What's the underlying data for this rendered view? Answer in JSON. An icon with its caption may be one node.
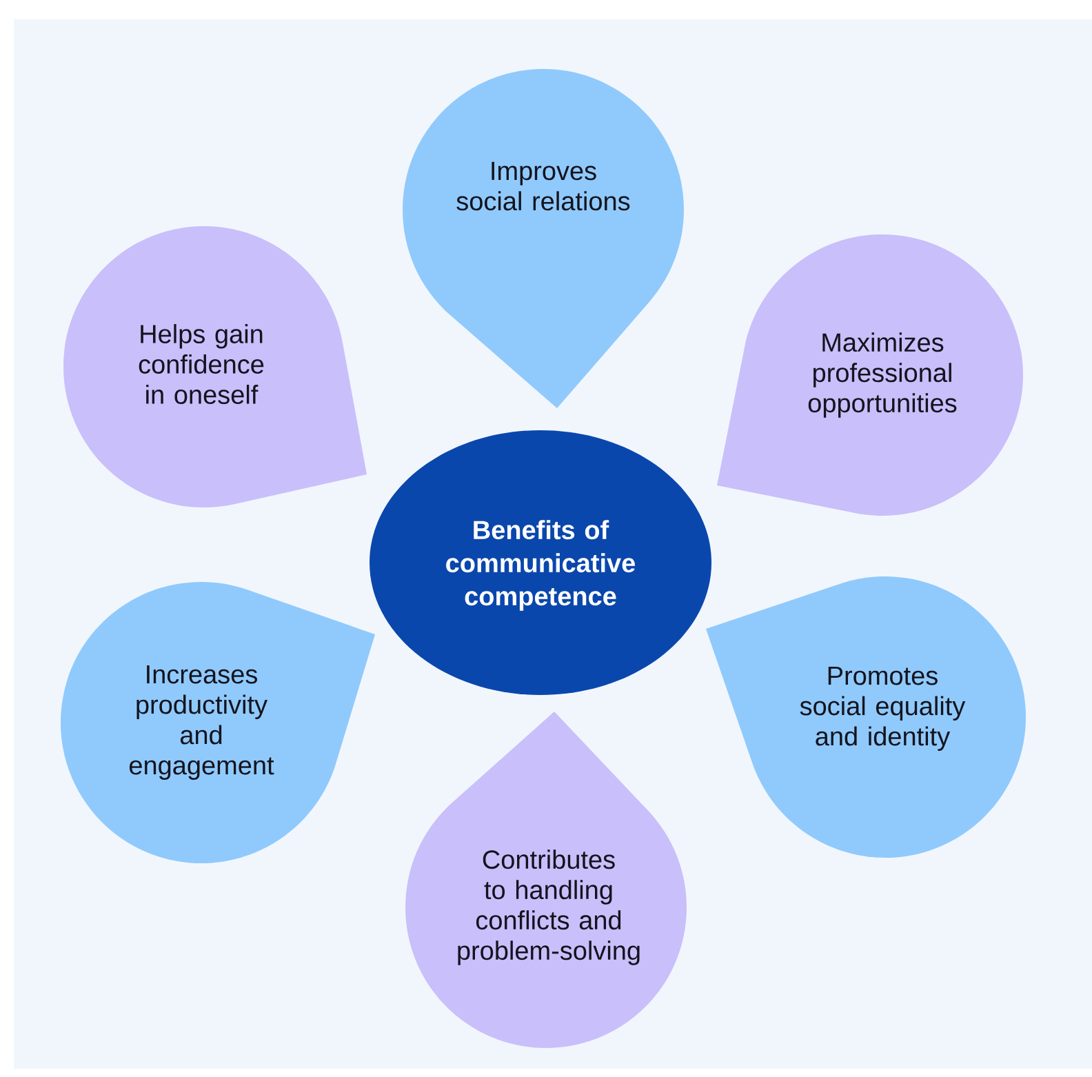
{
  "diagram": {
    "nodes": [
      {
        "text": [
          "Improves social relations"
        ]
      },
      {
        "text": [
          "Helps gain confidence in oneself"
        ]
      },
      {
        "text": [
          "Maximizes professional opportunities"
        ]
      },
      {
        "text": [
          "Benefits of communicative competence"
        ]
      },
      {
        "text": [
          "Increases productivity and engagement"
        ]
      },
      {
        "text": [
          "Promotes social equality and identity"
        ]
      },
      {
        "text": [
          "Contributes to handling conflicts and problem-solving"
        ]
      }
    ]
  }
}
